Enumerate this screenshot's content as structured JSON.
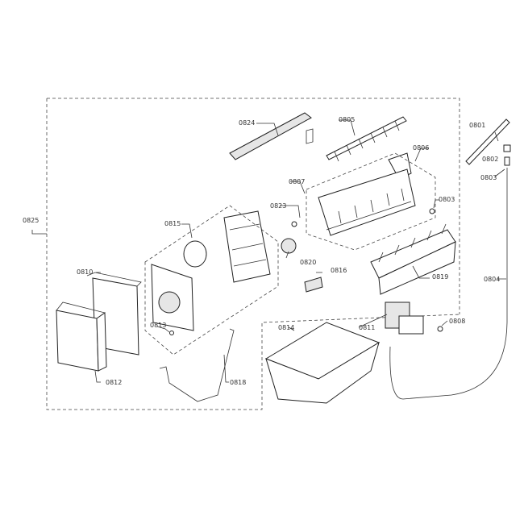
{
  "diagram": {
    "labels": {
      "p0824": "0824",
      "p0805": "0805",
      "p0801": "0801",
      "p0802": "0802",
      "p0803a": "0803",
      "p0806": "0806",
      "p0807": "0807",
      "p0823": "0823",
      "p0803b": "0803",
      "p0815": "0815",
      "p0820": "0820",
      "p0816": "0816",
      "p0819": "0819",
      "p0825": "0825",
      "p0810": "0810",
      "p0813": "0813",
      "p0812": "0812",
      "p0818": "0818",
      "p0814": "0814",
      "p0811": "0811",
      "p0808": "0808",
      "p0804": "0804"
    }
  }
}
